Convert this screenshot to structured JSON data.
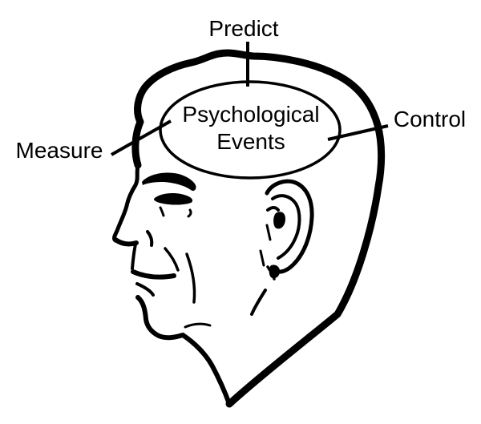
{
  "figure": {
    "center_ellipse": {
      "line1": "Psychological",
      "line2": "Events"
    },
    "callouts": {
      "top": "Predict",
      "left": "Measure",
      "right": "Control"
    },
    "colors": {
      "ink": "#000000",
      "background": "#ffffff"
    }
  }
}
